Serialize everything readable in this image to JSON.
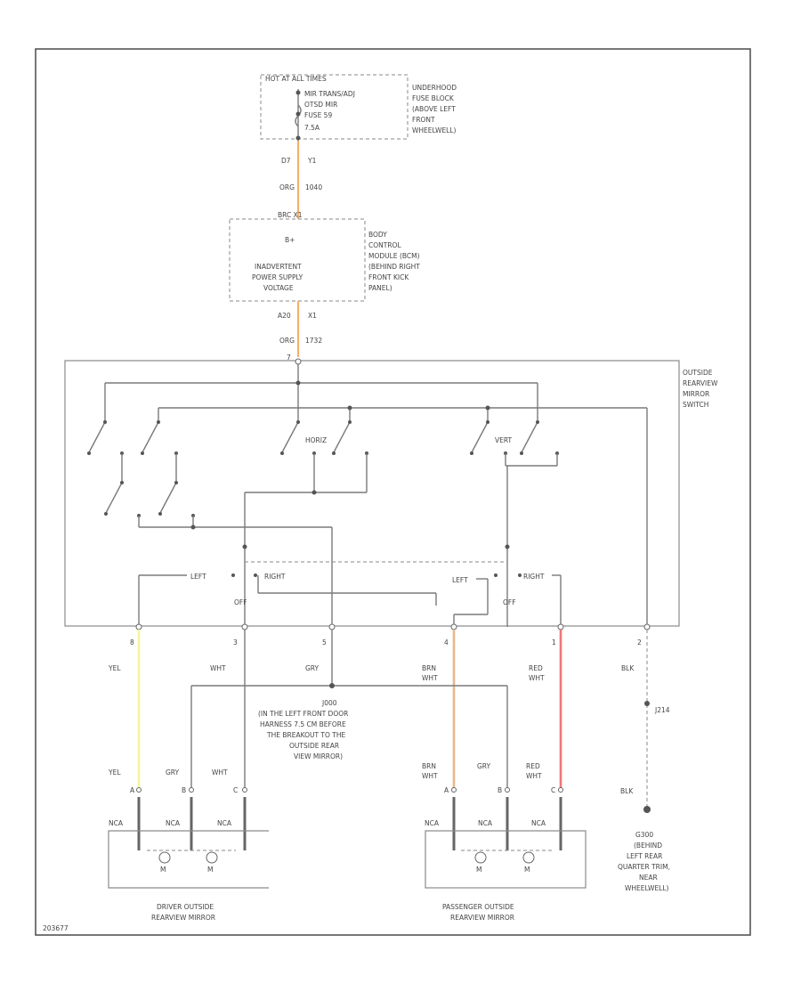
{
  "fuse_block": {
    "header": "HOT AT ALL TIMES",
    "fuse_lines": [
      "MIR TRANS/ADJ",
      "OTSD MIR",
      "FUSE 59",
      "7.5A"
    ],
    "location": [
      "UNDERHOOD",
      "FUSE BLOCK",
      "(ABOVE LEFT",
      "FRONT",
      "WHEELWELL)"
    ]
  },
  "wire_top": {
    "pin_a": "D7",
    "pin_b": "Y1",
    "color": "ORG",
    "circuit": "1040"
  },
  "bcm": {
    "connector": "BRC  X1",
    "b_plus": "B+",
    "name": [
      "INADVERTENT",
      "POWER SUPPLY",
      "VOLTAGE"
    ],
    "location": [
      "BODY",
      "CONTROL",
      "MODULE (BCM)",
      "(BEHIND RIGHT",
      "FRONT KICK",
      "PANEL)"
    ]
  },
  "wire_mid": {
    "pin_a": "A20",
    "pin_b": "X1",
    "color": "ORG",
    "circuit": "1732"
  },
  "switch": {
    "top_pin": "7",
    "label": [
      "OUTSIDE",
      "REARVIEW",
      "MIRROR",
      "SWITCH"
    ],
    "horiz": "HORIZ",
    "vert": "VERT",
    "left_1": "LEFT",
    "right_1": "RIGHT",
    "left_2": "LEFT",
    "right_2": "RIGHT",
    "off_1": "OFF",
    "off_2": "OFF"
  },
  "wires": [
    {
      "pin": "8",
      "color": "YEL",
      "color2": "",
      "stroke": "#f4f49c"
    },
    {
      "pin": "3",
      "color": "WHT",
      "color2": "",
      "stroke": "#c8c8c8"
    },
    {
      "pin": "5",
      "color": "GRY",
      "color2": "",
      "stroke": "#7a7a7a"
    },
    {
      "pin": "4",
      "color": "BRN",
      "color2": "WHT",
      "stroke": "#e6b88e"
    },
    {
      "pin": "1",
      "color": "RED",
      "color2": "WHT",
      "stroke": "#f07575"
    },
    {
      "pin": "2",
      "color": "BLK",
      "color2": "",
      "stroke": "#555555"
    }
  ],
  "splice": {
    "lines": [
      "J000",
      "(IN THE LEFT FRONT DOOR",
      "HARNESS 7.5 CM BEFORE",
      "THE BREAKOUT TO THE",
      "OUTSIDE REAR",
      "VIEW MIRROR)"
    ]
  },
  "ground": {
    "splice_id": "J214",
    "color": "BLK",
    "name": "G300",
    "location": [
      "(BEHIND",
      "LEFT REAR",
      "QUARTER TRIM,",
      "NEAR",
      "WHEELWELL)"
    ]
  },
  "driver_mirror": {
    "wires": [
      {
        "color": "YEL",
        "color2": "",
        "pin": "A"
      },
      {
        "color": "GRY",
        "color2": "",
        "pin": "B"
      },
      {
        "color": "WHT",
        "color2": "",
        "pin": "C"
      }
    ],
    "nca": "NCA",
    "motor": "M",
    "name": [
      "DRIVER OUTSIDE",
      "REARVIEW MIRROR"
    ]
  },
  "passenger_mirror": {
    "wires": [
      {
        "color": "BRN",
        "color2": "WHT",
        "pin": "A"
      },
      {
        "color": "GRY",
        "color2": "",
        "pin": "B"
      },
      {
        "color": "RED",
        "color2": "WHT",
        "pin": "C"
      }
    ],
    "nca": "NCA",
    "motor": "M",
    "name": [
      "PASSENGER OUTSIDE",
      "REARVIEW MIRROR"
    ]
  },
  "figure_id": "203677",
  "colors": {
    "orange_wire": "#f5b06a",
    "yellow_wire": "#f4f49c",
    "brown_wire": "#e6b88e",
    "red_wire": "#f07575"
  }
}
